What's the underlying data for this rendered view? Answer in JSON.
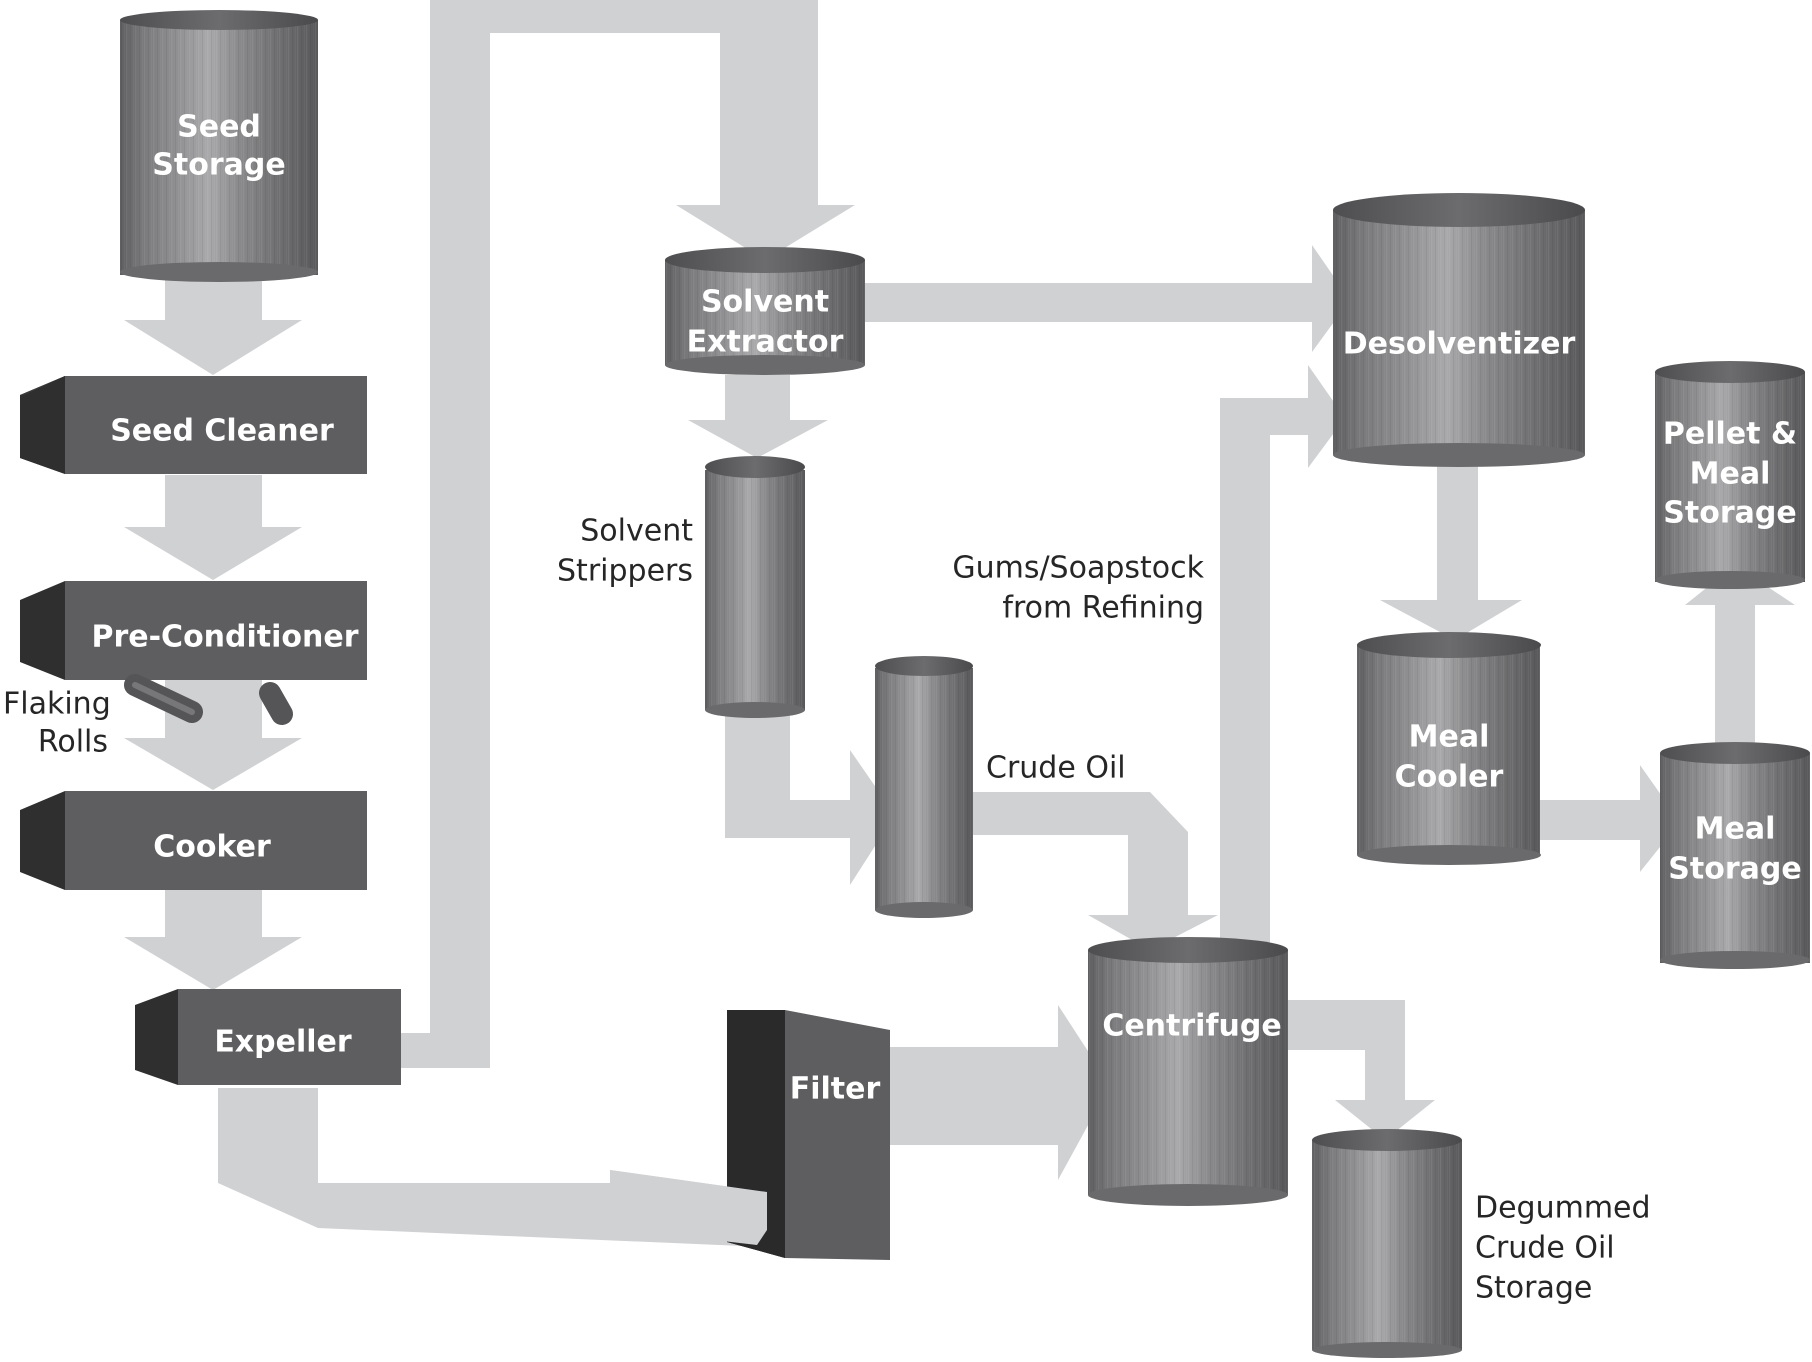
{
  "colors": {
    "arrow": "#d0d1d3",
    "box_face": "#5e5e60",
    "box_side": "#313132",
    "text_inside": "#ffffff",
    "text_outside": "#262626"
  },
  "units": {
    "seed_storage": [
      "Seed",
      "Storage"
    ],
    "seed_cleaner": [
      "Seed Cleaner"
    ],
    "pre_conditioner": [
      "Pre-Conditioner"
    ],
    "cooker": [
      "Cooker"
    ],
    "expeller": [
      "Expeller"
    ],
    "solvent_extractor": [
      "Solvent",
      "Extractor"
    ],
    "desolventizer": [
      "Desolventizer"
    ],
    "pellet_meal_storage": [
      "Pellet &",
      "Meal",
      "Storage"
    ],
    "meal_cooler": [
      "Meal",
      "Cooler"
    ],
    "meal_storage": [
      "Meal",
      "Storage"
    ],
    "centrifuge": [
      "Centrifuge"
    ],
    "filter": [
      "Filter"
    ]
  },
  "labels": {
    "flaking_rolls": [
      "Flaking",
      "Rolls"
    ],
    "solvent_strippers": [
      "Solvent",
      "Strippers"
    ],
    "gums_soapstock": [
      "Gums/Soapstock",
      "from Refining"
    ],
    "crude_oil": [
      "Crude Oil"
    ],
    "degummed_storage": [
      "Degummed",
      "Crude Oil",
      "Storage"
    ]
  }
}
